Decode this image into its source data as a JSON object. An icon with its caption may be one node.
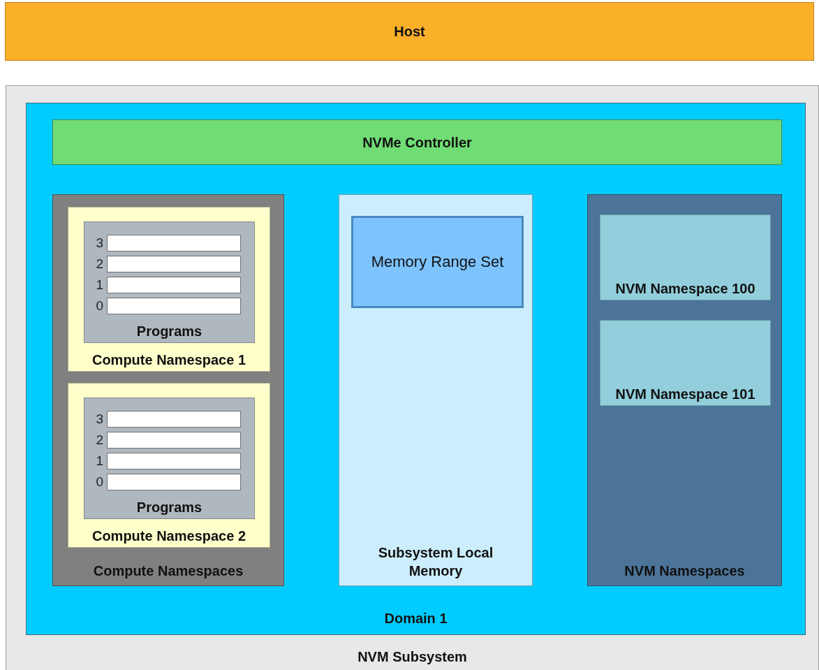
{
  "diagram": {
    "nodes": [
      {
        "text": [
          "Host"
        ]
      },
      {
        "text": [
          "NVM Subsystem"
        ]
      },
      {
        "text": [
          "Domain 1"
        ],
        "in": 1
      },
      {
        "text": [
          "NVMe Controller"
        ],
        "in": 2
      },
      {
        "text": [
          "Compute Namespaces"
        ],
        "in": 2
      },
      {
        "text": [
          "Compute Namespace 1"
        ],
        "in": 4
      },
      {
        "text": [
          "Programs"
        ],
        "in": 5
      },
      {
        "text": [],
        "shape": "box",
        "beside": [
          "3"
        ],
        "in": 6
      },
      {
        "text": [],
        "shape": "box",
        "beside": [
          "2"
        ],
        "in": 6
      },
      {
        "text": [],
        "shape": "box",
        "beside": [
          "1"
        ],
        "in": 6
      },
      {
        "text": [],
        "shape": "box",
        "beside": [
          "0"
        ],
        "in": 6
      },
      {
        "text": [
          "Compute Namespace 2"
        ],
        "in": 4
      },
      {
        "text": [
          "Programs"
        ],
        "in": 11
      },
      {
        "text": [],
        "shape": "box",
        "beside": [
          "3"
        ],
        "in": 12
      },
      {
        "text": [],
        "shape": "box",
        "beside": [
          "2"
        ],
        "in": 12
      },
      {
        "text": [],
        "shape": "box",
        "beside": [
          "1"
        ],
        "in": 12
      },
      {
        "text": [],
        "shape": "box",
        "beside": [
          "0"
        ],
        "in": 12
      },
      {
        "text": [
          "Subsystem Local Memory"
        ],
        "in": 2
      },
      {
        "text": [
          "Memory Range Set"
        ],
        "in": 17
      },
      {
        "text": [
          "NVM Namespaces"
        ],
        "in": 2
      },
      {
        "text": [
          "NVM Namespace 100"
        ],
        "in": 19
      },
      {
        "text": [
          "NVM Namespace 101"
        ],
        "in": 19
      }
    ],
    "edges": []
  }
}
